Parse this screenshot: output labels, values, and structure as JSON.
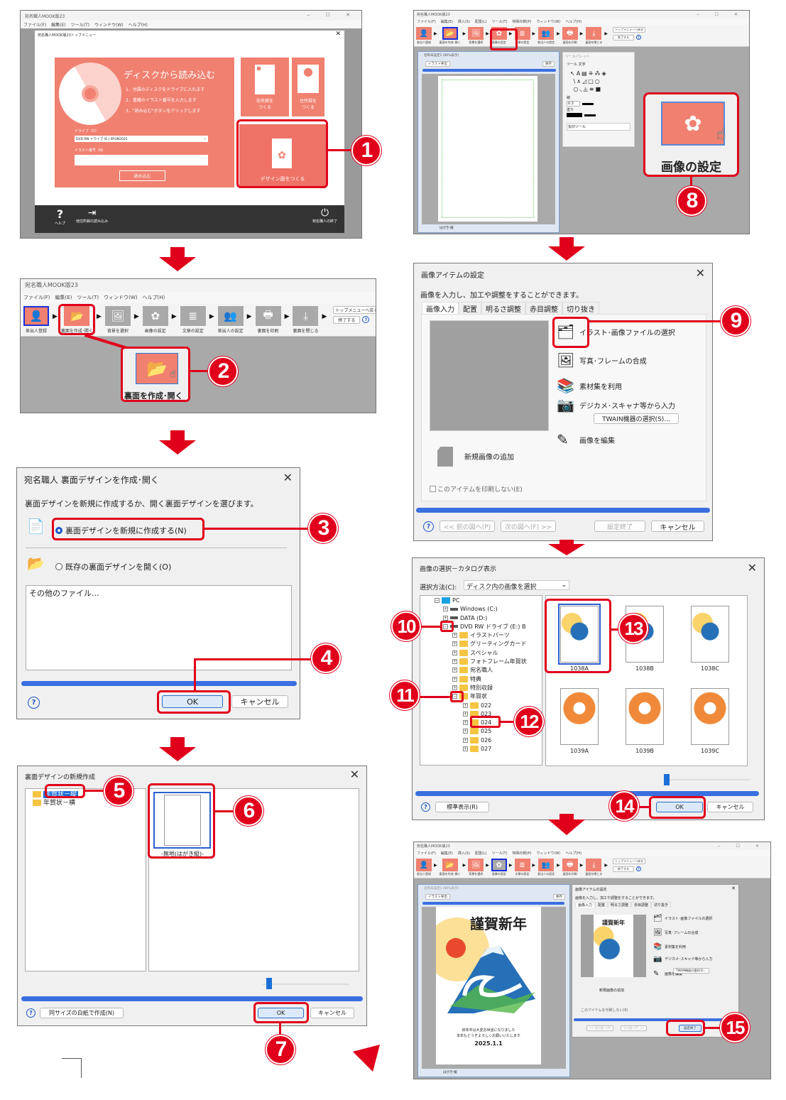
{
  "badges": [
    "1",
    "2",
    "3",
    "4",
    "5",
    "6",
    "7",
    "8",
    "9",
    "10",
    "11",
    "12",
    "13",
    "14",
    "15"
  ],
  "app": {
    "title": "宛名職人MOOK版23",
    "menu_short": [
      "ファイル(F)",
      "編集(E)",
      "ツール(T)",
      "ウィンドウ(W)",
      "ヘルプ(H)"
    ],
    "menu_full": [
      "ファイル(F)",
      "編集(E)",
      "挿入(S)",
      "配置(L)",
      "ツール(T)",
      "特殊印刷(P)",
      "ウィンドウ(W)",
      "ヘルプ(H)"
    ],
    "toolbar": [
      "差出人登録",
      "裏面を作成･開く",
      "背景を選択",
      "画像の設定",
      "文章の設定",
      "差出人の設定",
      "裏面を印刷",
      "裏面を閉じる"
    ],
    "top_menu_back": "トップメニューへ戻る",
    "exit": "終了する",
    "help": "?"
  },
  "top_menu": {
    "title": "宛名職人MOOK版23トップメニュー",
    "disk_heading": "ディスクから読み込む",
    "steps": [
      "1．付属のディスクをドライブに入れます",
      "2．書籍のイラスト番号を入力します",
      "3．\"読み込む\"ボタンをクリックします"
    ],
    "drive_label": "ドライブ（D）",
    "drive_value": "DVD RW ドライブ (E:) BYUN2025",
    "illust_label": "イラスト番号（N）",
    "load_button": "読み込む",
    "tile_address": [
      "宛名面を",
      "つくる"
    ],
    "tile_addressbook": [
      "住所録を",
      "つくる"
    ],
    "tile_design": "デザイン面をつくる",
    "footer_help": "ヘルプ",
    "footer_import": "他住所録の読み込み",
    "footer_quit": "宛名職人の終了"
  },
  "step2": {
    "callout_label": "裏面を作成･開く"
  },
  "open_dialog": {
    "title": "宛名職人 裏面デザインを作成･開く",
    "description": "裏面デザインを新規に作成するか、開く裏面デザインを選びます。",
    "option_new": "裏面デザインを新規に作成する(N)",
    "option_open": "既存の裏面デザインを開く(O)",
    "other_files": "その他のファイル...",
    "ok": "OK",
    "cancel": "キャンセル"
  },
  "new_dialog": {
    "title": "裏面デザインの新規作成",
    "tree": [
      "年賀状－縦",
      "年賀状－横"
    ],
    "thumb_label": "-無地(はがき縦)-",
    "blank_button": "同サイズの白紙で作成(N)",
    "ok": "OK",
    "cancel": "キャンセル",
    "zoom_slider": 0.05
  },
  "editor": {
    "doc_title": "名称未設定1 (80%表示)",
    "illust_call": "イラスト呼出",
    "save": "保存",
    "status": "はがき-縦",
    "palette_title": "ツールパレット",
    "palette_tabs": [
      "ツール",
      "文字"
    ],
    "line_label": "線",
    "fill_label": "塗り",
    "line_width": "0.3",
    "tool_name": "矢印ツール",
    "callout_label": "画像の設定"
  },
  "image_item_dialog": {
    "title": "画像アイテムの設定",
    "description": "画像を入力し、加工や調整をすることができます。",
    "tabs": [
      "画像入力",
      "配置",
      "明るさ調整",
      "赤目調整",
      "切り抜き"
    ],
    "options": [
      "イラスト･画像ファイルの選択",
      "写真･フレームの合成",
      "素材集を利用",
      "デジカメ･スキャナ等から入力",
      "画像を編集"
    ],
    "twain_button": "TWAIN機器の選択(S)...",
    "new_image": "新規画像の追加",
    "no_print": "このアイテムを印刷しない(E)",
    "prev": "<< 前の図へ(P)",
    "next": "次の図へ(F) >>",
    "finish": "設定終了",
    "cancel": "キャンセル"
  },
  "catalog_dialog": {
    "title": "画像の選択－カタログ表示",
    "method_label": "選択方法(C):",
    "method_value": "ディスク内の画像を選択",
    "tree_root": "PC",
    "drives": [
      "Windows (C:)",
      "DATA (D:)",
      "DVD RW ドライブ (E:) B"
    ],
    "folders": [
      "イラストパーツ",
      "グリーティングカード",
      "スペシャル",
      "フォトフレーム年賀状",
      "宛名職人",
      "特典",
      "特別収録",
      "年賀状"
    ],
    "subfolders": [
      "022",
      "023",
      "024",
      "025",
      "026",
      "027"
    ],
    "thumbs": [
      "1038A",
      "1038B",
      "1038C",
      "1039A",
      "1039B",
      "1039C"
    ],
    "standard_view": "標準表示(R)",
    "ok": "OK",
    "cancel": "キャンセル",
    "zoom_slider": 0.05
  },
  "card": {
    "greeting": "謹賀新年",
    "line1": "旧年中は大変お世話になりました",
    "line2": "本年もどうぞよろしくお願いいたします",
    "date": "2025.1.1"
  },
  "colors": {
    "accent": "#e0001b",
    "tile": "#f08070",
    "progress": "#3b6fe0",
    "active": "#1a2fd8"
  }
}
